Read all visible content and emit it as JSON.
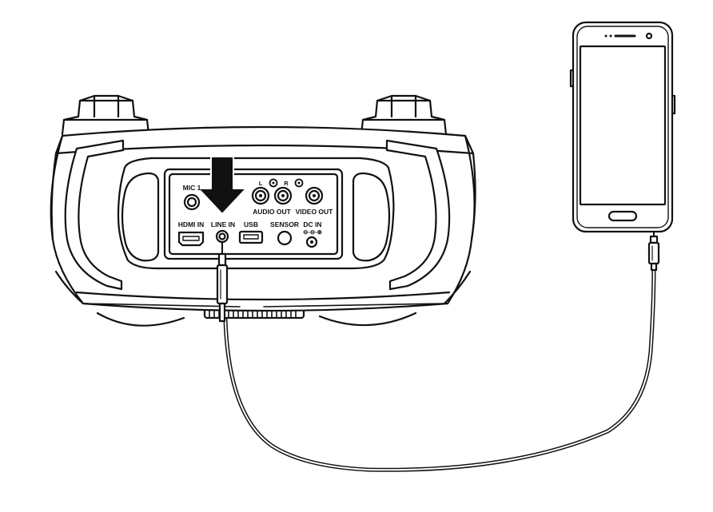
{
  "ports": {
    "mic1": "MIC 1",
    "audio_left": "L",
    "audio_right": "R",
    "audio_out": "AUDIO OUT",
    "video_out": "VIDEO OUT",
    "hdmi_in": "HDMI IN",
    "line_in": "LINE IN",
    "usb": "USB",
    "sensor": "SENSOR",
    "dc_in": "DC IN",
    "dc_polarity": "⊖-⊖-⊕"
  },
  "icons": {
    "arrow": "down-arrow-icon",
    "phone": "smartphone-icon",
    "cable": "aux-cable"
  },
  "colors": {
    "line": "#111111",
    "background": "#ffffff"
  }
}
